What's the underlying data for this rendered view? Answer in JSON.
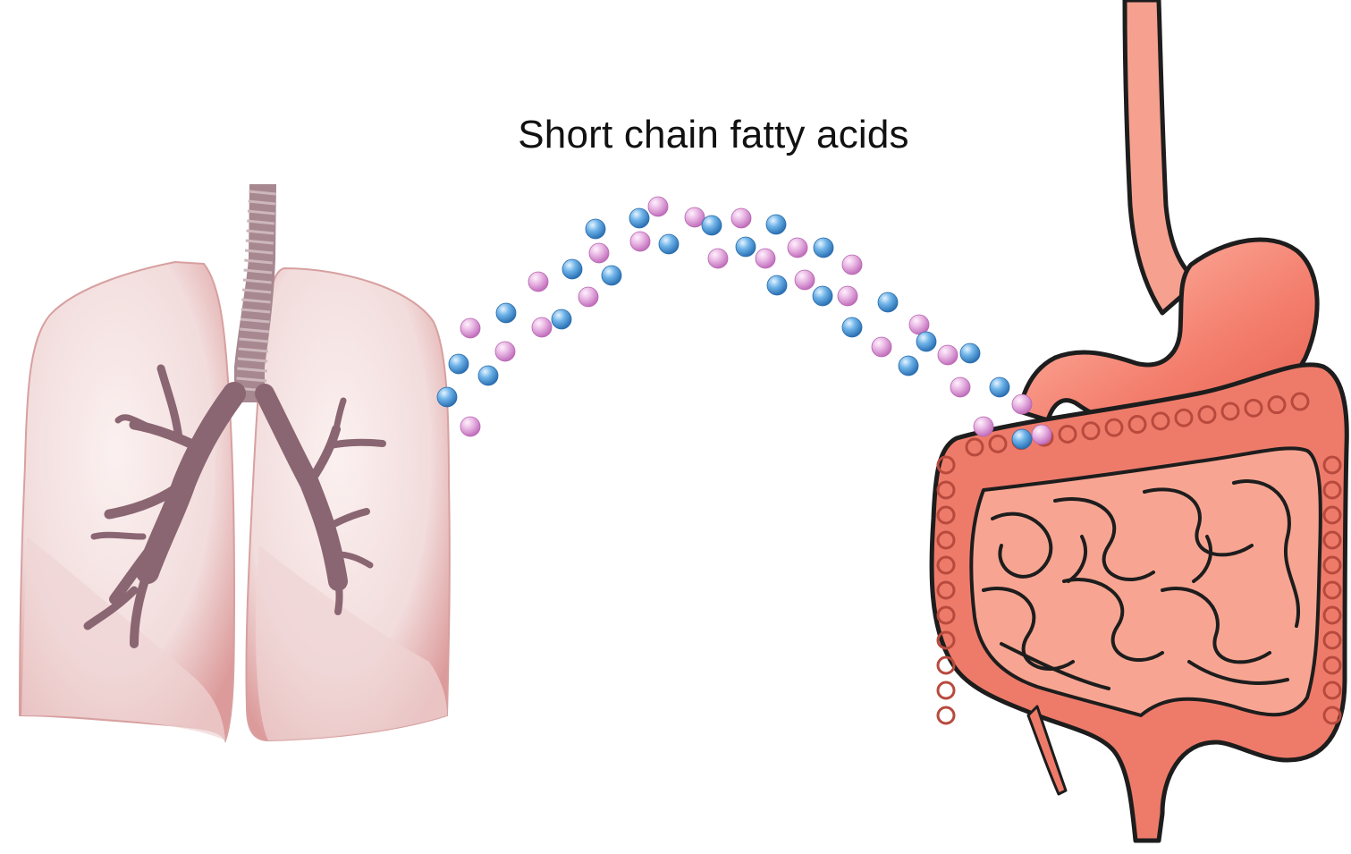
{
  "caption": "Short chain fatty acids",
  "figure": {
    "left_organ": "lungs",
    "right_organ": "stomach-and-intestines",
    "particle_colors": {
      "blue": "#4a9ad8",
      "pink": "#e2a6dc"
    },
    "colors": {
      "lung_tissue": "#f3dedd",
      "lung_edge": "#d98f8f",
      "bronchi": "#8f6a78",
      "gut": "#ef7f6f",
      "gut_light": "#f8b7a6",
      "gut_outline": "#1d1d1d"
    }
  }
}
